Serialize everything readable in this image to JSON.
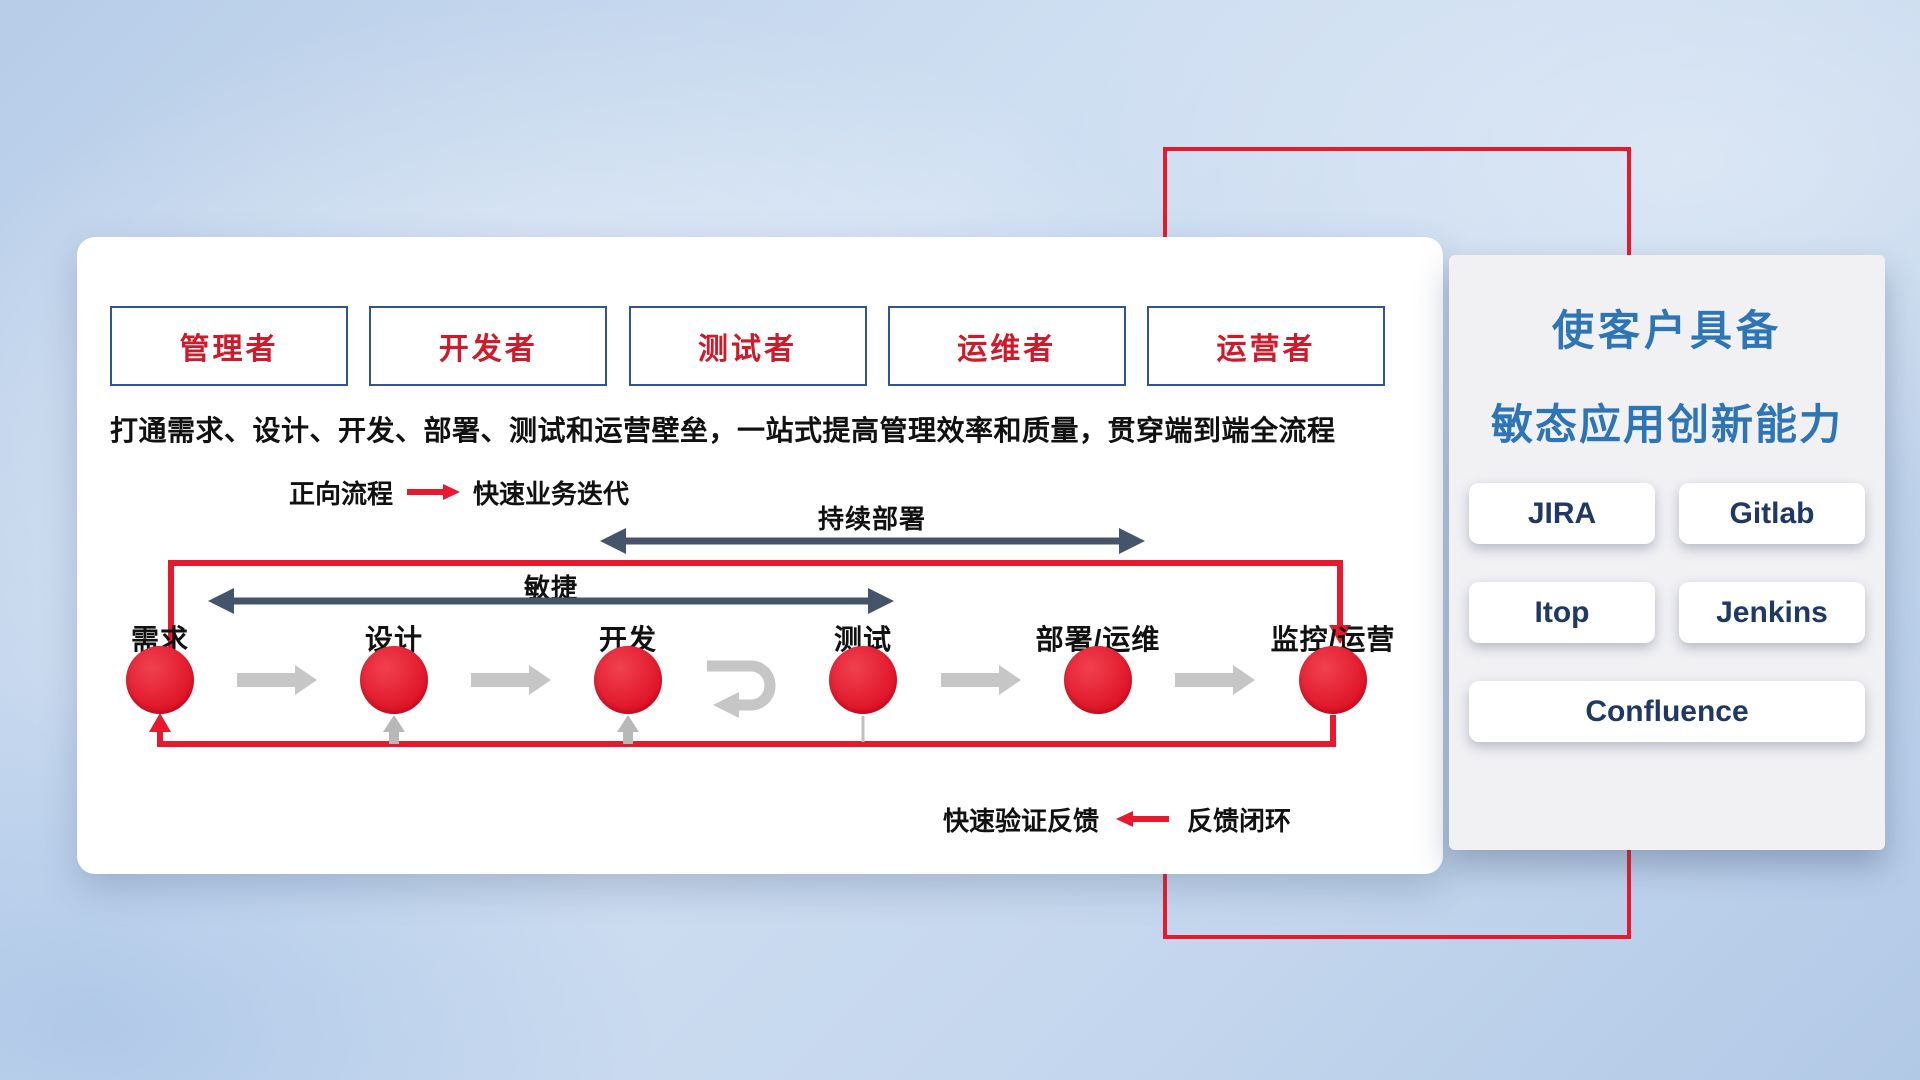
{
  "card": {
    "roles": [
      "管理者",
      "开发者",
      "测试者",
      "运维者",
      "运营者"
    ],
    "description": "打通需求、设计、开发、部署、测试和运营壁垒，一站式提高管理效率和质量，贯穿端到端全流程",
    "forward_legend": {
      "label": "正向流程",
      "value": "快速业务迭代"
    },
    "feedback_legend": {
      "label": "快速验证反馈",
      "value": "反馈闭环"
    },
    "flow": {
      "stages": [
        "需求",
        "设计",
        "开发",
        "测试",
        "部署/运维",
        "监控/运营"
      ],
      "agile_label": "敏捷",
      "continuous_deploy_label": "持续部署"
    }
  },
  "panel": {
    "title_line1": "使客户具备",
    "title_line2": "敏态应用创新能力",
    "tools": [
      "JIRA",
      "Gitlab",
      "Itop",
      "Jenkins",
      "Confluence"
    ]
  },
  "colors": {
    "accent_red": "#E8192C",
    "role_border_blue": "#2F5597",
    "title_blue": "#2E75B6",
    "arrow_dark": "#44546A",
    "tool_text_navy": "#1F3864",
    "gray_arrow": "#C6C6C6"
  }
}
